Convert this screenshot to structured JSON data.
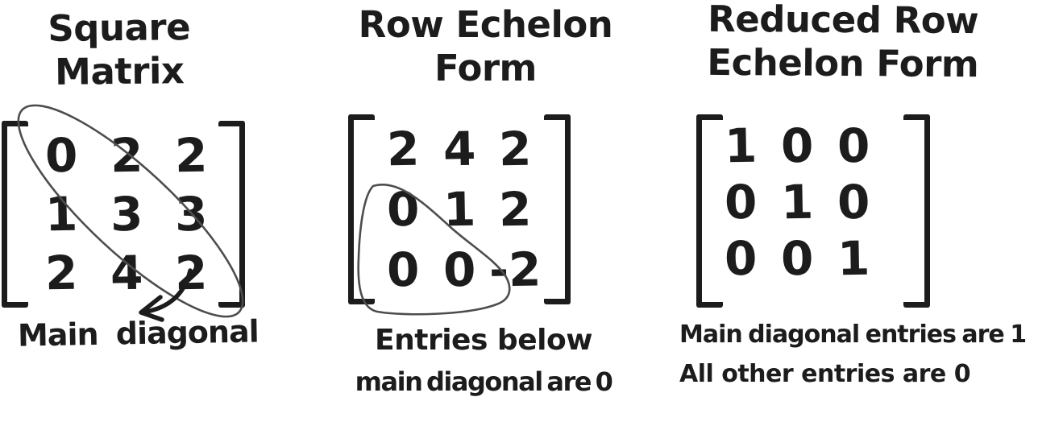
{
  "colors": {
    "ink": "#1c1c1c",
    "annotation": "#4d4d4d",
    "background": "#ffffff"
  },
  "panels": [
    {
      "title_lines": [
        "Square",
        "Matrix"
      ],
      "matrix": [
        [
          "0",
          "2",
          "2"
        ],
        [
          "1",
          "3",
          "3"
        ],
        [
          "2",
          "4",
          "2"
        ]
      ],
      "caption_lines": [
        "Main diagonal"
      ],
      "annotations": [
        "main-diagonal-loop",
        "main-diagonal-arrow"
      ]
    },
    {
      "title_lines": [
        "Row Echelon",
        "Form"
      ],
      "matrix": [
        [
          "2",
          "4",
          "2"
        ],
        [
          "0",
          "1",
          "2"
        ],
        [
          "0",
          "0",
          "-2"
        ]
      ],
      "caption_lines": [
        "Entries below",
        "main diagonal are 0"
      ],
      "annotations": [
        "below-diagonal-loop"
      ]
    },
    {
      "title_lines": [
        "Reduced Row",
        "Echelon Form"
      ],
      "matrix": [
        [
          "1",
          "0",
          "0"
        ],
        [
          "0",
          "1",
          "0"
        ],
        [
          "0",
          "0",
          "1"
        ]
      ],
      "caption_lines": [
        "Main diagonal entries are 1",
        "All other entries are 0"
      ],
      "annotations": []
    }
  ]
}
